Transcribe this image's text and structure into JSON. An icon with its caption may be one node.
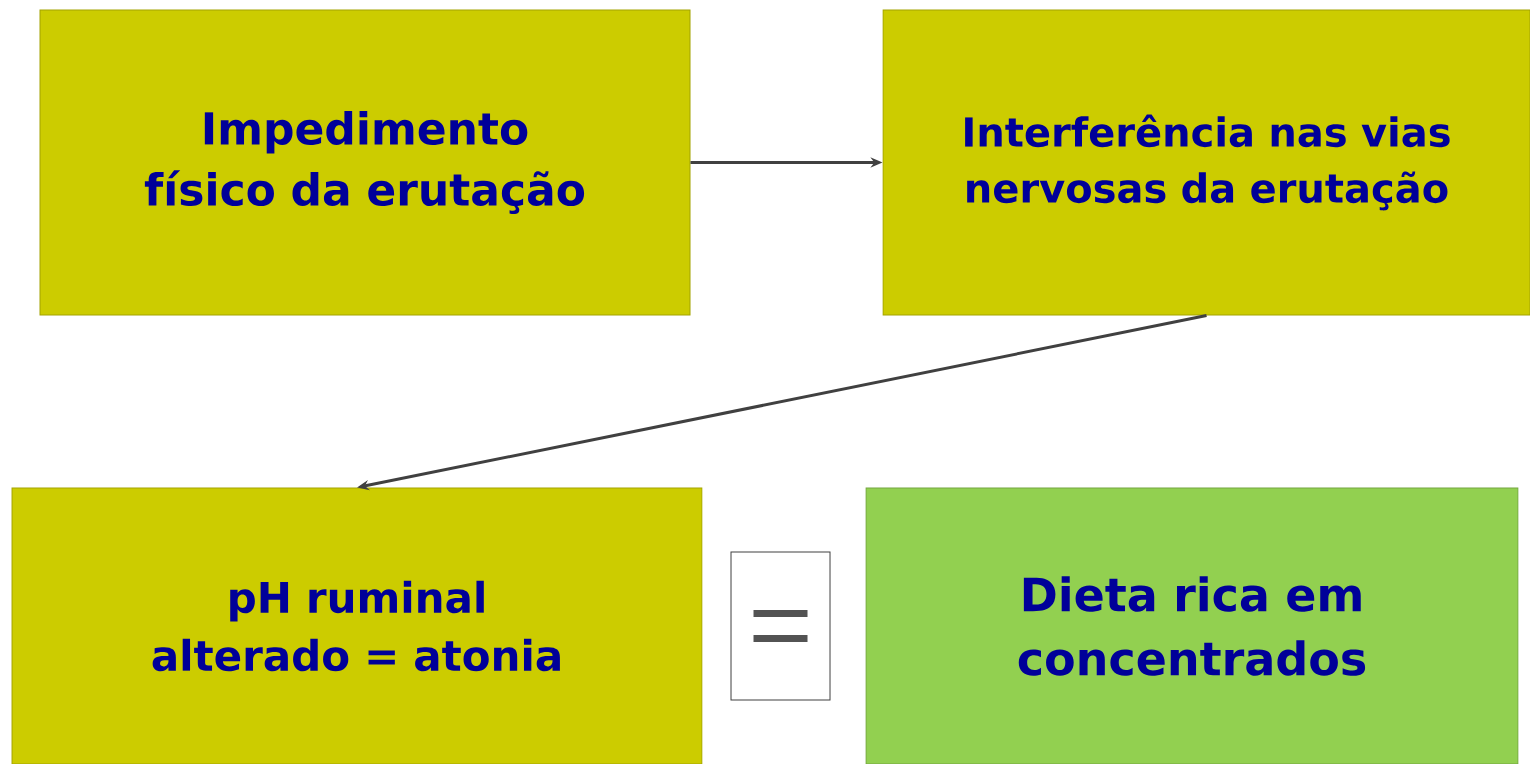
{
  "diagram": {
    "nodes": [
      {
        "text": [
          "Impedimento físico da erutação"
        ]
      },
      {
        "text": [
          "Interferência nas vias nervosas da erutação"
        ]
      },
      {
        "text": [
          "pH ruminal alterado = atonia"
        ]
      },
      {
        "text": [],
        "shape": "box"
      },
      {
        "text": [
          "Dieta rica em concentrados"
        ]
      }
    ],
    "edges": [
      {
        "from": 0,
        "to": 1,
        "arrow": "to"
      },
      {
        "from": 1,
        "to": 2,
        "arrow": "to"
      }
    ]
  }
}
